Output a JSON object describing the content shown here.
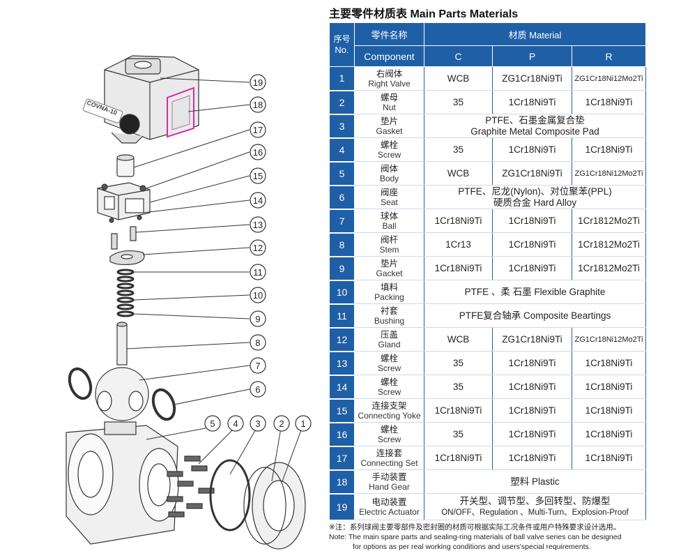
{
  "title": "主要零件材质表 Main Parts Materials",
  "table": {
    "header": {
      "no_cn": "序号",
      "no_en": "No.",
      "component_cn": "零件名称",
      "component_en": "Component",
      "material_label": "材质 Material",
      "material_cols": [
        "C",
        "P",
        "R"
      ]
    },
    "rows": [
      {
        "no": "1",
        "cn": "右阀体",
        "en": "Right Valve",
        "c": "WCB",
        "p": "ZG1Cr18Ni9Ti",
        "r": "ZG1Cr18Ni12Mo2Ti"
      },
      {
        "no": "2",
        "cn": "螺母",
        "en": "Nut",
        "c": "35",
        "p": "1Cr18Ni9Ti",
        "r": "1Cr18Ni9Ti"
      },
      {
        "no": "3",
        "cn": "垫片",
        "en": "Gasket",
        "merged": [
          "PTFE、石墨金属复合垫",
          "Graphite Metal Composite Pad"
        ]
      },
      {
        "no": "4",
        "cn": "螺栓",
        "en": "Screw",
        "c": "35",
        "p": "1Cr18Ni9Ti",
        "r": "1Cr18Ni9Ti"
      },
      {
        "no": "5",
        "cn": "阀体",
        "en": "Body",
        "c": "WCB",
        "p": "ZG1Cr18Ni9Ti",
        "r": "ZG1Cr18Ni12Mo2Ti"
      },
      {
        "no": "6",
        "cn": "阀座",
        "en": "Seat",
        "merged": [
          "PTFE、尼龙(Nylon)、对位聚苯(PPL)",
          "硬质合金  Hard Alloy"
        ]
      },
      {
        "no": "7",
        "cn": "球体",
        "en": "Ball",
        "c": "1Cr18Ni9Ti",
        "p": "1Cr18Ni9Ti",
        "r": "1Cr1812Mo2Ti"
      },
      {
        "no": "8",
        "cn": "阀杆",
        "en": "Stem",
        "c": "1Cr13",
        "p": "1Cr18Ni9Ti",
        "r": "1Cr1812Mo2Ti"
      },
      {
        "no": "9",
        "cn": "垫片",
        "en": "Gacket",
        "c": "1Cr18Ni9Ti",
        "p": "1Cr18Ni9Ti",
        "r": "1Cr1812Mo2Ti"
      },
      {
        "no": "10",
        "cn": "填料",
        "en": "Packing",
        "merged": [
          "PTFE 、柔  石墨  Flexible Graphite"
        ]
      },
      {
        "no": "11",
        "cn": "衬套",
        "en": "Bushing",
        "merged": [
          "PTFE复合轴承 Composite Beartings"
        ]
      },
      {
        "no": "12",
        "cn": "压盖",
        "en": "Gland",
        "c": "WCB",
        "p": "ZG1Cr18Ni9Ti",
        "r": "ZG1Cr18Ni12Mo2Ti"
      },
      {
        "no": "13",
        "cn": "螺栓",
        "en": "Screw",
        "c": "35",
        "p": "1Cr18Ni9Ti",
        "r": "1Cr18Ni9Ti"
      },
      {
        "no": "14",
        "cn": "螺栓",
        "en": "Screw",
        "c": "35",
        "p": "1Cr18Ni9Ti",
        "r": "1Cr18Ni9Ti"
      },
      {
        "no": "15",
        "cn": "连接支架",
        "en": "Connecting Yoke",
        "c": "1Cr18Ni9Ti",
        "p": "1Cr18Ni9Ti",
        "r": "1Cr18Ni9Ti"
      },
      {
        "no": "16",
        "cn": "螺栓",
        "en": "Screw",
        "c": "35",
        "p": "1Cr18Ni9Ti",
        "r": "1Cr18Ni9Ti"
      },
      {
        "no": "17",
        "cn": "连接套",
        "en": "Connecting Set",
        "c": "1Cr18Ni9Ti",
        "p": "1Cr18Ni9Ti",
        "r": "1Cr18Ni9Ti"
      },
      {
        "no": "18",
        "cn": "手动装置",
        "en": "Hand Gear",
        "merged": [
          "塑料 Plastic"
        ]
      },
      {
        "no": "19",
        "cn": "电动装置",
        "en": "Electric Actuator",
        "merged": [
          "开关型、调节型、多回转型、防爆型",
          "ON/OFF、Regulation 、Multi-Turn、Explosion-Proof"
        ]
      }
    ]
  },
  "note": {
    "cn": "※注：系列球阀主要零部件及密封圈的材质可根据实际工况条件或用户特殊要求设计选用。",
    "en_line1": "Note:  The main spare parts and sealing-ring materials of ball valve series can be designed",
    "en_line2": "for options as per real working conditions and users'special requirements."
  },
  "diagram": {
    "brand_label": "COVNA-10",
    "callouts": [
      "19",
      "18",
      "17",
      "16",
      "15",
      "14",
      "13",
      "12",
      "11",
      "10",
      "9",
      "8",
      "7",
      "6",
      "5",
      "4",
      "3",
      "2",
      "1"
    ]
  },
  "colors": {
    "header_blue": "#1f5fa6",
    "actuator_accent": "#cc3399"
  }
}
